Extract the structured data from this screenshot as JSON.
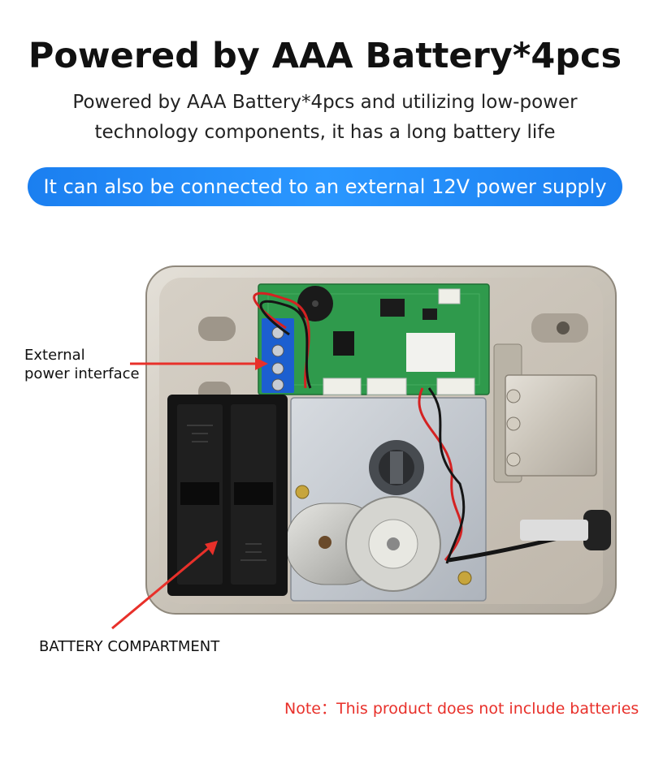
{
  "header": {
    "title": "Powered by AAA Battery*4pcs",
    "subtitle_line1": "Powered by AAA Battery*4pcs and utilizing low-power",
    "subtitle_line2": "technology components, it has a long battery life"
  },
  "banner": {
    "text": "It can also be connected to an external 12V power supply",
    "color": "#1b86f5"
  },
  "callouts": {
    "external_line1": "External",
    "external_line2": "power interface",
    "battery": "BATTERY COMPARTMENT",
    "arrow_color": "#e8302a"
  },
  "note": "Note：This product does not include batteries"
}
